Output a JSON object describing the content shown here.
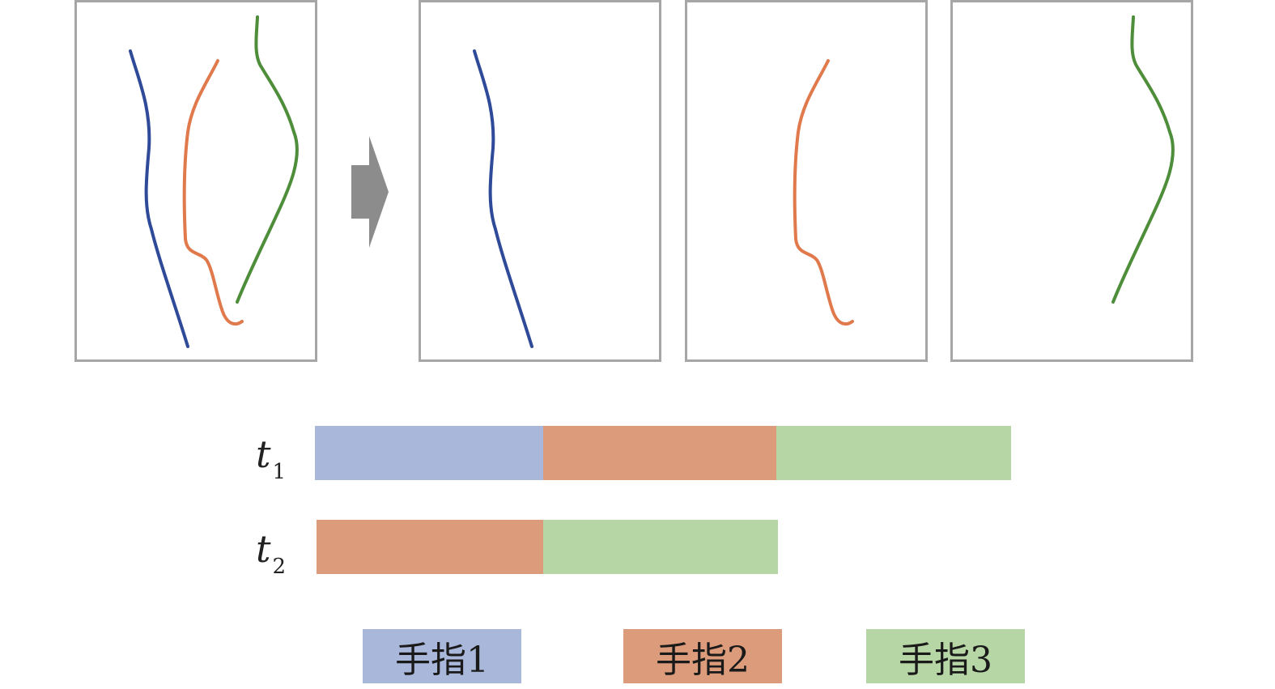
{
  "colors": {
    "finger1_line": "#2e4a98",
    "finger2_line": "#e07a4c",
    "finger3_line": "#4e8e3a",
    "finger1_fill": "#a9b7da",
    "finger2_fill": "#dc9b7a",
    "finger3_fill": "#b7d6a5",
    "panel_border": "#a6a6a6",
    "arrow": "#8c8c8c"
  },
  "timeline": {
    "rows": [
      {
        "label_main": "t",
        "label_sub": "1",
        "segments": [
          {
            "finger": 1,
            "color": "#a9b7da"
          },
          {
            "finger": 2,
            "color": "#dc9b7a"
          },
          {
            "finger": 3,
            "color": "#b7d6a5"
          }
        ]
      },
      {
        "label_main": "t",
        "label_sub": "2",
        "segments": [
          {
            "finger": 2,
            "color": "#dc9b7a"
          },
          {
            "finger": 3,
            "color": "#b7d6a5"
          }
        ]
      }
    ]
  },
  "legend": [
    {
      "label": "手指1",
      "color": "#a9b7da"
    },
    {
      "label": "手指2",
      "color": "#dc9b7a"
    },
    {
      "label": "手指3",
      "color": "#b7d6a5"
    }
  ]
}
